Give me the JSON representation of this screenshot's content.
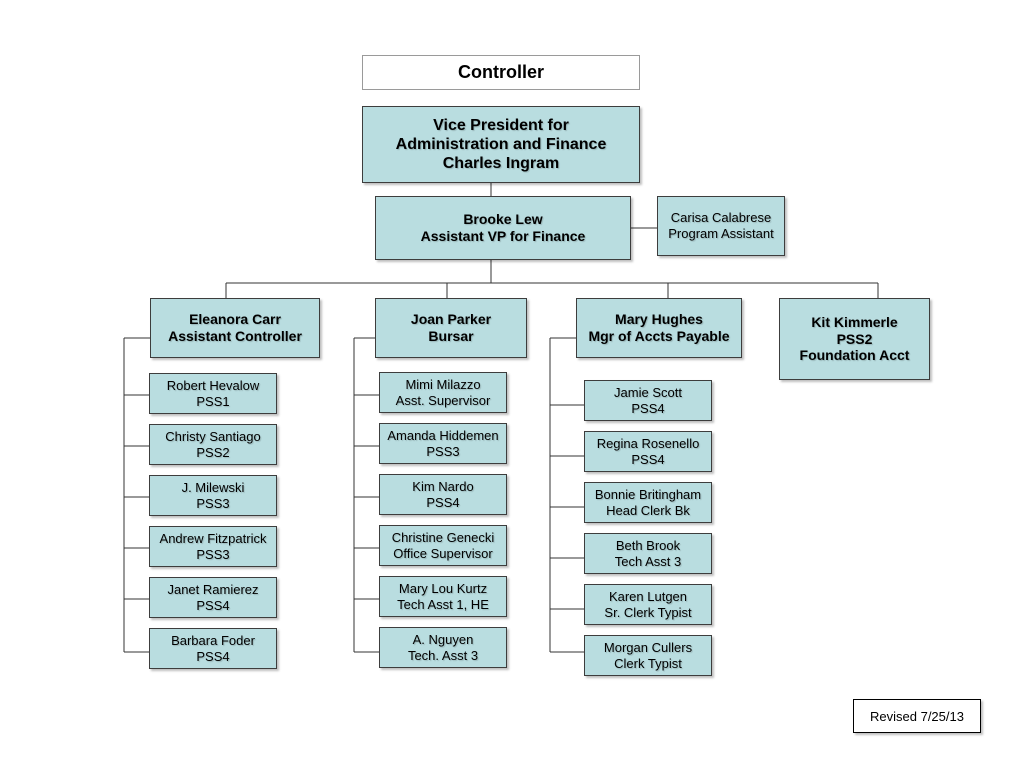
{
  "title": "Controller",
  "vp": {
    "line1": "Vice President for",
    "line2": "Administration and Finance",
    "line3": "Charles Ingram"
  },
  "avp": {
    "line1": "Brooke Lew",
    "line2": "Assistant VP for Finance"
  },
  "program_assistant": {
    "line1": "Carisa Calabrese",
    "line2": "Program Assistant"
  },
  "managers": [
    {
      "line1": "Eleanora Carr",
      "line2": "Assistant Controller"
    },
    {
      "line1": "Joan Parker",
      "line2": "Bursar"
    },
    {
      "line1": "Mary Hughes",
      "line2": "Mgr of Accts Payable"
    },
    {
      "line1": "Kit Kimmerle",
      "line2": "PSS2",
      "line3": "Foundation Acct"
    }
  ],
  "staff": [
    [
      {
        "line1": "Robert Hevalow",
        "line2": "PSS1"
      },
      {
        "line1": "Christy Santiago",
        "line2": "PSS2"
      },
      {
        "line1": "J. Milewski",
        "line2": "PSS3"
      },
      {
        "line1": "Andrew Fitzpatrick",
        "line2": "PSS3"
      },
      {
        "line1": "Janet Ramierez",
        "line2": "PSS4"
      },
      {
        "line1": "Barbara Foder",
        "line2": "PSS4"
      }
    ],
    [
      {
        "line1": "Mimi Milazzo",
        "line2": "Asst. Supervisor"
      },
      {
        "line1": "Amanda Hiddemen",
        "line2": "PSS3"
      },
      {
        "line1": "Kim Nardo",
        "line2": "PSS4"
      },
      {
        "line1": "Christine Genecki",
        "line2": "Office Supervisor"
      },
      {
        "line1": "Mary Lou Kurtz",
        "line2": "Tech Asst 1, HE"
      },
      {
        "line1": "A. Nguyen",
        "line2": "Tech. Asst 3"
      }
    ],
    [
      {
        "line1": "Jamie Scott",
        "line2": "PSS4"
      },
      {
        "line1": "Regina Rosenello",
        "line2": "PSS4"
      },
      {
        "line1": "Bonnie Britingham",
        "line2": "Head Clerk Bk"
      },
      {
        "line1": "Beth Brook",
        "line2": "Tech Asst 3"
      },
      {
        "line1": "Karen Lutgen",
        "line2": "Sr. Clerk Typist"
      },
      {
        "line1": "Morgan Cullers",
        "line2": "Clerk Typist"
      }
    ]
  ],
  "revised": "Revised 7/25/13"
}
